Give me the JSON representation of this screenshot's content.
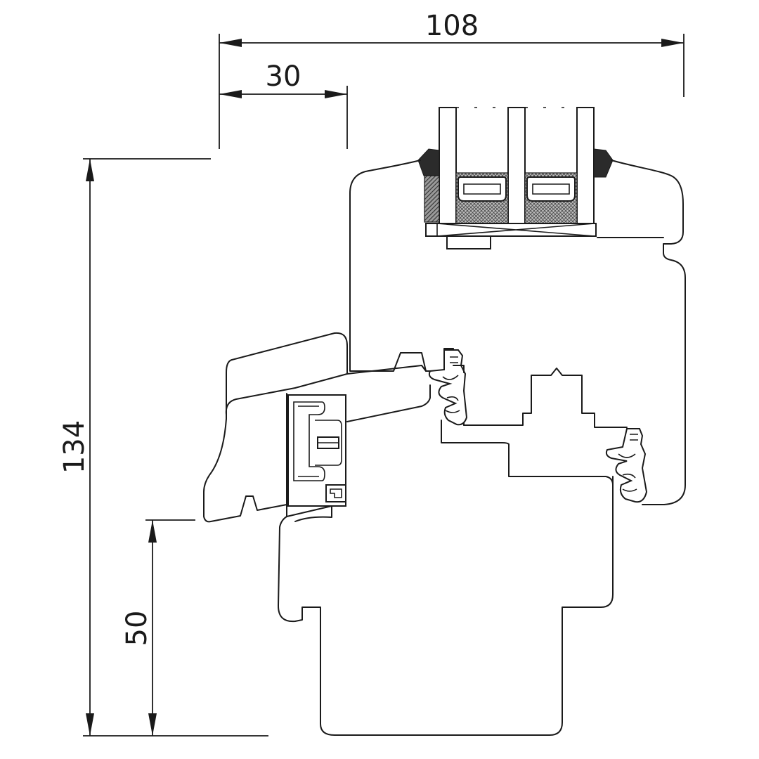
{
  "dimensions": {
    "overall_width": "108",
    "sash_offset": "30",
    "overall_height": "134",
    "sill_height": "50"
  }
}
